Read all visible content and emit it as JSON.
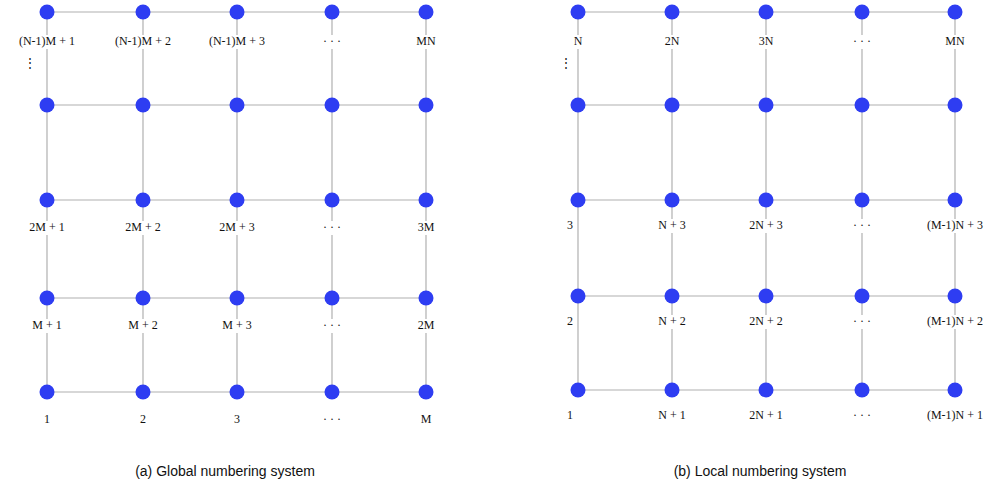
{
  "diagram": {
    "labels": [
      "(N-1)M + 1",
      "(N-1)M + 2",
      "(N-1)M + 3",
      "· · ·",
      "MN",
      "⋮",
      "2M + 1",
      "2M + 2",
      "2M + 3",
      "· · ·",
      "3M",
      "M + 1",
      "M + 2",
      "M + 3",
      "· · ·",
      "2M",
      "1",
      "2",
      "3",
      "· · ·",
      "M",
      "(a) Global numbering system",
      "N",
      "2N",
      "3N",
      "· · ·",
      "MN",
      "⋮",
      "3",
      "N + 3",
      "2N + 3",
      "· · ·",
      "(M-1)N + 3",
      "2",
      "N + 2",
      "2N + 2",
      "· · ·",
      "(M-1)N + 2",
      "1",
      "N + 1",
      "2N + 1",
      "· · ·",
      "(M-1)N + 1",
      "(b) Local numbering system"
    ]
  }
}
